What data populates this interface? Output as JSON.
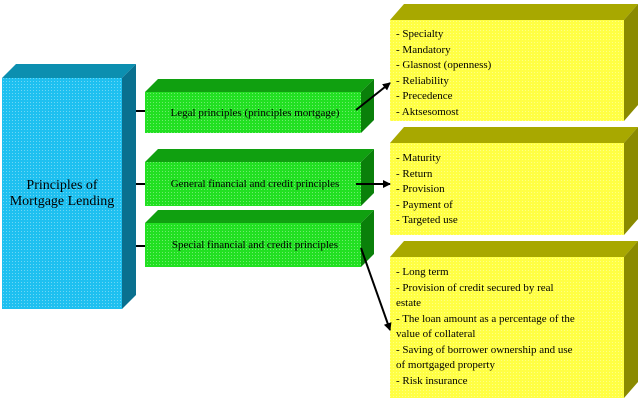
{
  "colors": {
    "main_front": "#1EC0F0",
    "main_top": "#0C8FB0",
    "main_side": "#0A708F",
    "mid_front": "#22E022",
    "mid_top": "#10A010",
    "mid_side": "#0A800A",
    "list_front": "#FFFF44",
    "list_top": "#A8A800",
    "list_side": "#8A8A00",
    "line": "#000000"
  },
  "main": {
    "label": "Principles of Mortgage Lending"
  },
  "categories": [
    {
      "label": "Legal principles (principles mortgage)"
    },
    {
      "label": "General financial and credit principles"
    },
    {
      "label": "Special financial and credit principles"
    }
  ],
  "lists": [
    {
      "items": [
        "- Specialty",
        "- Mandatory",
        "- Glasnost (openness)",
        "- Reliability",
        "- Precedence",
        "- Aktsesomost"
      ]
    },
    {
      "items": [
        "- Maturity",
        "- Return",
        "- Provision",
        "- Payment of",
        "- Targeted use"
      ]
    },
    {
      "items": [
        "- Long term",
        "- Provision of credit secured by real",
        "estate",
        "- The loan amount as a percentage of the",
        "value of collateral",
        "- Saving of borrower ownership and use",
        "of mortgaged property",
        "- Risk insurance"
      ]
    }
  ]
}
